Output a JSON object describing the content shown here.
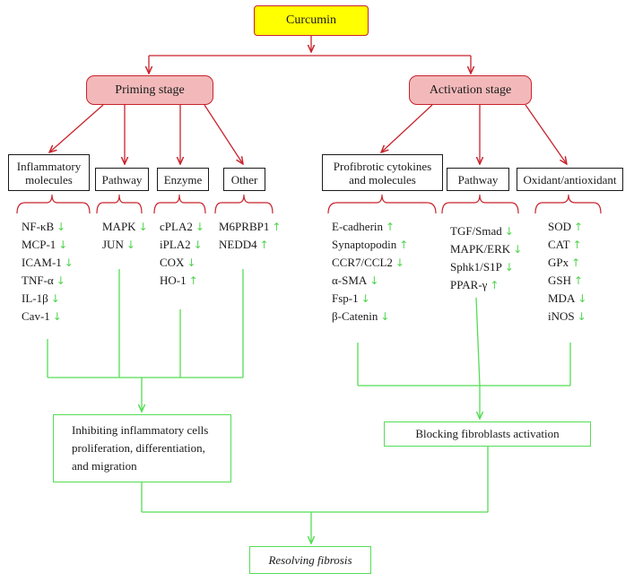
{
  "root": {
    "label": "Curcumin"
  },
  "stages": [
    {
      "label": "Priming stage",
      "categories": [
        {
          "label": [
            "Inflammatory",
            "molecules"
          ],
          "items": [
            {
              "name": "NF-κB",
              "trend": "down"
            },
            {
              "name": "MCP-1",
              "trend": "down"
            },
            {
              "name": "ICAM-1",
              "trend": "down"
            },
            {
              "name": "TNF-α",
              "trend": "down"
            },
            {
              "name": "IL-1β",
              "trend": "down"
            },
            {
              "name": "Cav-1",
              "trend": "down"
            }
          ]
        },
        {
          "label": [
            "Pathway"
          ],
          "items": [
            {
              "name": "MAPK",
              "trend": "down"
            },
            {
              "name": "JUN",
              "trend": "down"
            }
          ]
        },
        {
          "label": [
            "Enzyme"
          ],
          "items": [
            {
              "name": "cPLA2",
              "trend": "down"
            },
            {
              "name": "iPLA2",
              "trend": "down"
            },
            {
              "name": "COX",
              "trend": "down"
            },
            {
              "name": "HO-1",
              "trend": "up"
            }
          ]
        },
        {
          "label": [
            "Other"
          ],
          "items": [
            {
              "name": "M6PRBP1",
              "trend": "up"
            },
            {
              "name": "NEDD4",
              "trend": "up"
            }
          ]
        }
      ],
      "outcome": [
        "Inhibiting inflammatory cells",
        "proliferation, differentiation,",
        "and migration"
      ]
    },
    {
      "label": "Activation stage",
      "categories": [
        {
          "label": [
            "Profibrotic cytokines",
            "and molecules"
          ],
          "items": [
            {
              "name": "E-cadherin",
              "trend": "up"
            },
            {
              "name": "Synaptopodin",
              "trend": "up"
            },
            {
              "name": "CCR7/CCL2",
              "trend": "down"
            },
            {
              "name": "α-SMA",
              "trend": "down"
            },
            {
              "name": "Fsp-1",
              "trend": "down"
            },
            {
              "name": "β-Catenin",
              "trend": "down"
            }
          ]
        },
        {
          "label": [
            "Pathway"
          ],
          "items": [
            {
              "name": "TGF/Smad",
              "trend": "down"
            },
            {
              "name": "MAPK/ERK",
              "trend": "down"
            },
            {
              "name": "Sphk1/S1P",
              "trend": "down"
            },
            {
              "name": "PPAR-γ",
              "trend": "up"
            }
          ]
        },
        {
          "label": [
            "Oxidant/antioxidant"
          ],
          "items": [
            {
              "name": "SOD",
              "trend": "up"
            },
            {
              "name": "CAT",
              "trend": "up"
            },
            {
              "name": "GPx",
              "trend": "up"
            },
            {
              "name": "GSH",
              "trend": "up"
            },
            {
              "name": "MDA",
              "trend": "down"
            },
            {
              "name": "iNOS",
              "trend": "down"
            }
          ]
        }
      ],
      "outcome": [
        "Blocking fibroblasts activation"
      ]
    }
  ],
  "final": {
    "label": "Resolving fibrosis"
  },
  "trend_symbols": {
    "up": "↑",
    "down": "↓"
  },
  "colors": {
    "root_fill": "#ffff00",
    "stage_fill": "#f3b9ba",
    "red_connector": "#c8232c",
    "green_connector": "#55dd55",
    "trend_arrow": "#4fd44f"
  }
}
